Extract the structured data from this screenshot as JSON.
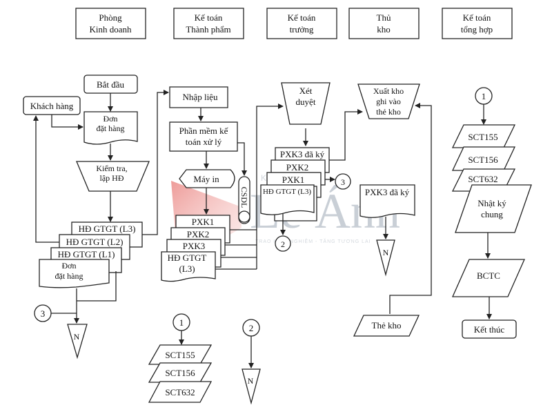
{
  "lanes": [
    {
      "line1": "Phòng",
      "line2": "Kinh doanh"
    },
    {
      "line1": "Kế toán",
      "line2": "Thành phẩm"
    },
    {
      "line1": "Kế toán",
      "line2": "trưởng"
    },
    {
      "line1": "Thủ",
      "line2": "kho"
    },
    {
      "line1": "Kế toán",
      "line2": "tổng hợp"
    }
  ],
  "sales": {
    "start": "Bắt đầu",
    "customer": "Khách hàng",
    "order_doc": {
      "line1": "Đơn",
      "line2": "đặt hàng"
    },
    "check": {
      "line1": "Kiểm tra,",
      "line2": "lập HĐ"
    },
    "invoices": [
      "HĐ GTGT (L3)",
      "HĐ GTGT (L2)",
      "HĐ GTGT (L1)"
    ],
    "order_copy": {
      "line1": "Đơn",
      "line2": "đặt hàng"
    },
    "connector": "3",
    "file": "N"
  },
  "product_accounting": {
    "input": "Nhập liệu",
    "software": {
      "line1": "Phần mềm kế",
      "line2": "toán xử lý"
    },
    "printer": "Máy in",
    "database": "CSDL",
    "docs": [
      "PXK1",
      "PXK2",
      "PXK3"
    ],
    "invoice": {
      "line1": "HĐ GTGT",
      "line2": "(L3)"
    },
    "connector1": "1",
    "connector2": "2",
    "ledgers": [
      "SCT155",
      "SCT156",
      "SCT632"
    ],
    "file": "N"
  },
  "chief_accountant": {
    "review": {
      "line1": "Xét",
      "line2": "duyệt"
    },
    "docs": [
      "PXK3 đã ký",
      "PXK2",
      "PXK1"
    ],
    "invoice": "HĐ GTGT (L3)",
    "connector_out_3": "3",
    "connector_out_2": "2"
  },
  "warehouse": {
    "issue": {
      "line1": "Xuất kho",
      "line2": "ghi vào",
      "line3": "thẻ kho"
    },
    "signed_doc": "PXK3 đã ký",
    "file": "N",
    "card": "Thẻ kho"
  },
  "general_accounting": {
    "connector": "1",
    "ledgers": [
      "SCT155",
      "SCT156",
      "SCT632"
    ],
    "journal": {
      "line1": "Nhật ký",
      "line2": "chung"
    },
    "report": "BCTC",
    "end": "Kết thúc"
  },
  "watermark": {
    "brand_top": "KẾ TOÁN",
    "brand": "Lê Ánh",
    "tagline": "TRAO KINH NGHIỆM - TĂNG TƯƠNG LAI",
    "registered": "®",
    "accent_color": "#d9302f"
  }
}
